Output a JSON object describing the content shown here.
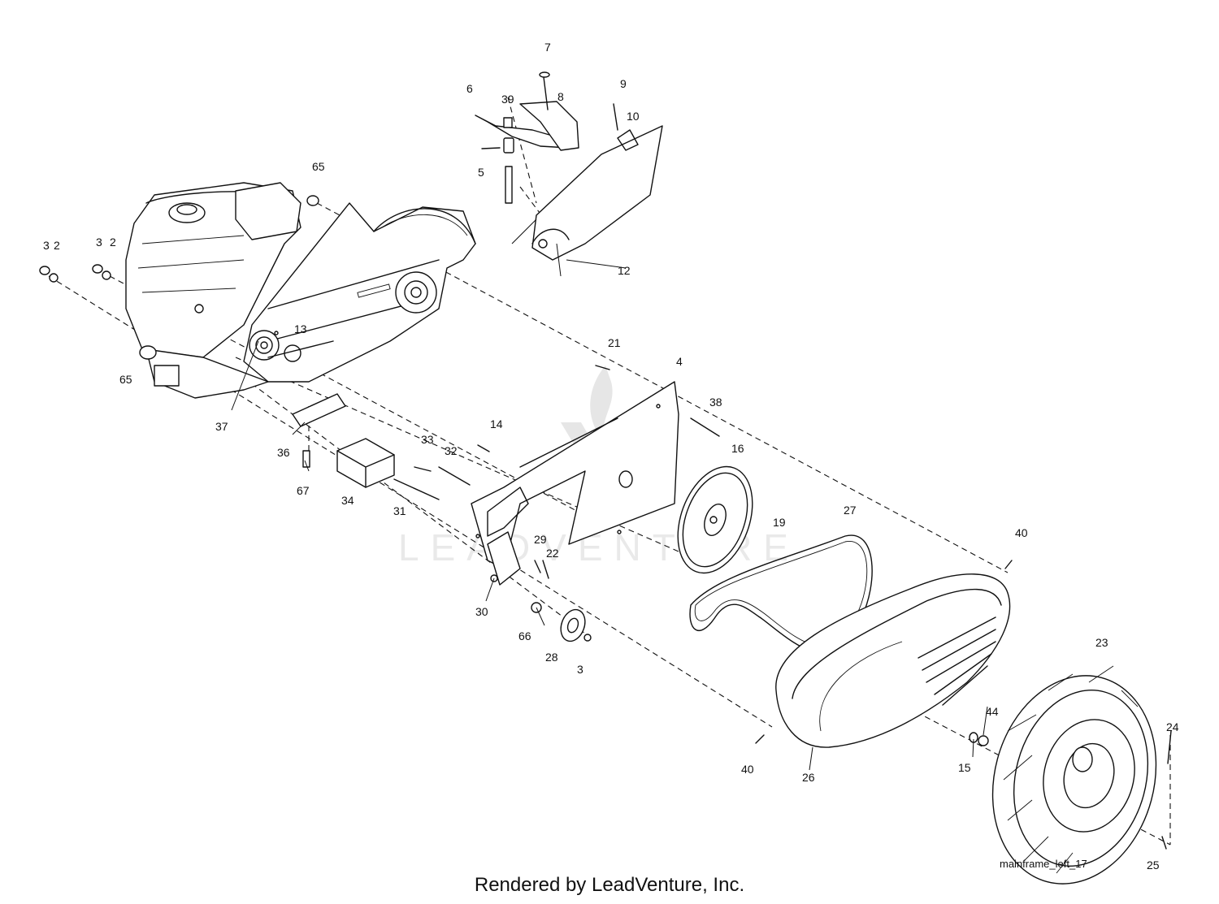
{
  "diagram": {
    "watermark": "LEADVENTURE",
    "figure_id": "mainframe_left_17",
    "footer": "Rendered by LeadVenture, Inc.",
    "callouts": [
      {
        "id": "c7",
        "text": "7"
      },
      {
        "id": "c6",
        "text": "6"
      },
      {
        "id": "c39",
        "text": "39"
      },
      {
        "id": "c8",
        "text": "8"
      },
      {
        "id": "c9",
        "text": "9"
      },
      {
        "id": "c10",
        "text": "10"
      },
      {
        "id": "c5",
        "text": "5"
      },
      {
        "id": "c65a",
        "text": "65"
      },
      {
        "id": "c12",
        "text": "12"
      },
      {
        "id": "c3a",
        "text": "3"
      },
      {
        "id": "c2a",
        "text": "2"
      },
      {
        "id": "c3b",
        "text": "3"
      },
      {
        "id": "c2b",
        "text": "2"
      },
      {
        "id": "c13",
        "text": "13"
      },
      {
        "id": "c65b",
        "text": "65"
      },
      {
        "id": "c21",
        "text": "21"
      },
      {
        "id": "c4",
        "text": "4"
      },
      {
        "id": "c38",
        "text": "38"
      },
      {
        "id": "c37",
        "text": "37"
      },
      {
        "id": "c36",
        "text": "36"
      },
      {
        "id": "c14",
        "text": "14"
      },
      {
        "id": "c33",
        "text": "33"
      },
      {
        "id": "c32",
        "text": "32"
      },
      {
        "id": "c16",
        "text": "16"
      },
      {
        "id": "c67",
        "text": "67"
      },
      {
        "id": "c34",
        "text": "34"
      },
      {
        "id": "c31",
        "text": "31"
      },
      {
        "id": "c27",
        "text": "27"
      },
      {
        "id": "c19",
        "text": "19"
      },
      {
        "id": "c40a",
        "text": "40"
      },
      {
        "id": "c29",
        "text": "29"
      },
      {
        "id": "c22",
        "text": "22"
      },
      {
        "id": "c30",
        "text": "30"
      },
      {
        "id": "c66",
        "text": "66"
      },
      {
        "id": "c28",
        "text": "28"
      },
      {
        "id": "c3c",
        "text": "3"
      },
      {
        "id": "c23",
        "text": "23"
      },
      {
        "id": "c44",
        "text": "44"
      },
      {
        "id": "c24",
        "text": "24"
      },
      {
        "id": "c15",
        "text": "15"
      },
      {
        "id": "c40b",
        "text": "40"
      },
      {
        "id": "c26",
        "text": "26"
      },
      {
        "id": "c25",
        "text": "25"
      }
    ]
  }
}
